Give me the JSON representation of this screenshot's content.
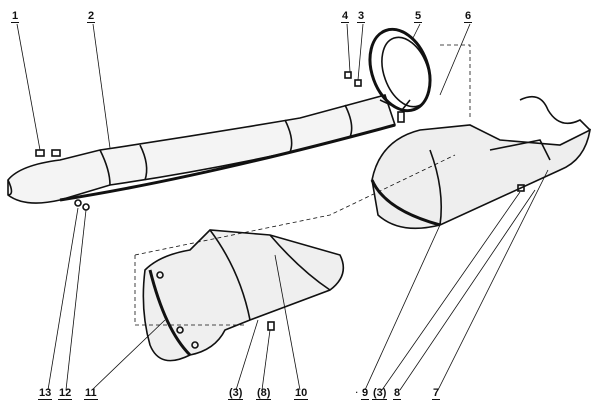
{
  "diagram": {
    "ink_color": "#111111",
    "background": "#ffffff",
    "top_labels": [
      "1",
      "2",
      "4",
      "3",
      "5",
      "6"
    ],
    "bottom_labels": [
      "13",
      "12",
      "11",
      "(3)",
      "(8)",
      "10",
      "9",
      "(3)",
      "8",
      "7"
    ],
    "leading_mark": "."
  }
}
